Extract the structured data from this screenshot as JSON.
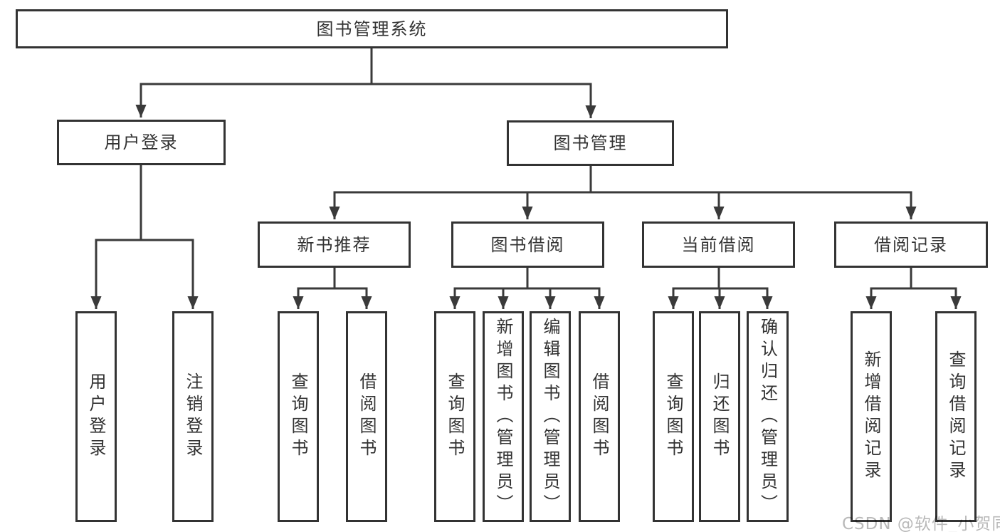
{
  "colors": {
    "line": "#3a3a3a",
    "box_border": "#333333",
    "box_fill": "#ffffff",
    "text": "#333333",
    "watermark": "#b9b9b9",
    "background": "#ffffff"
  },
  "watermark": {
    "text": "CSDN @软件_小贺同学"
  },
  "tree": {
    "label": "图书管理系统",
    "children": [
      {
        "label": "用户登录",
        "children": [
          {
            "label": "用户登录"
          },
          {
            "label": "注销登录"
          }
        ]
      },
      {
        "label": "图书管理",
        "children": [
          {
            "label": "新书推荐",
            "children": [
              {
                "label": "查询图书"
              },
              {
                "label": "借阅图书"
              }
            ]
          },
          {
            "label": "图书借阅",
            "children": [
              {
                "label": "查询图书"
              },
              {
                "label": "新增图书（管理员）"
              },
              {
                "label": "编辑图书（管理员）"
              },
              {
                "label": "借阅图书"
              }
            ]
          },
          {
            "label": "当前借阅",
            "children": [
              {
                "label": "查询图书"
              },
              {
                "label": "归还图书"
              },
              {
                "label": "确认归还（管理员）"
              }
            ]
          },
          {
            "label": "借阅记录",
            "children": [
              {
                "label": "新增借阅记录"
              },
              {
                "label": "查询借阅记录"
              }
            ]
          }
        ]
      }
    ]
  }
}
